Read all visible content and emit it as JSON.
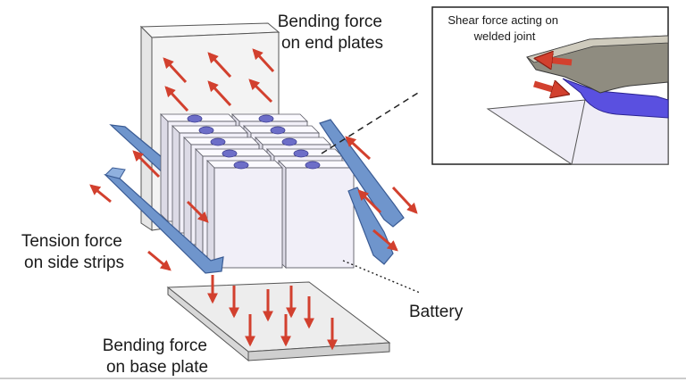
{
  "labels": {
    "bending_end_plates": [
      "Bending force",
      "on end plates"
    ],
    "shear_welded_joint": [
      "Shear force acting on",
      "welded joint"
    ],
    "tension_side_strips": [
      "Tension force",
      "on side strips"
    ],
    "battery": "Battery",
    "bending_base_plate": [
      "Bending force",
      "on base plate"
    ]
  },
  "colors": {
    "force_arrow": "#d2402e",
    "strap": "#6f95cc",
    "strap_edge": "#3a5b94",
    "cell_cap": "#6d6ec8",
    "cell_face": "#f1eff8",
    "cell_edge": "#5c5c66",
    "plate": "#eeeeee",
    "inset_plate": "#8f8c80",
    "inset_weld": "#5a50e0"
  },
  "icons": [
    "force-arrow-icon",
    "leader-line-icon"
  ]
}
